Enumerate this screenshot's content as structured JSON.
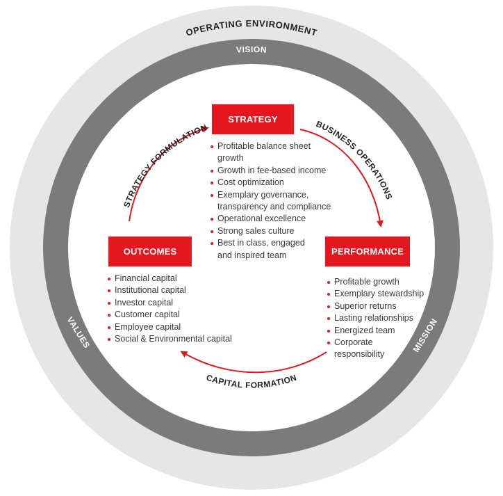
{
  "rings": {
    "outer_label": "OPERATING ENVIRONMENT",
    "vision_label": "VISION",
    "values_label": "VALUES",
    "mission_label": "MISSION"
  },
  "arrows": {
    "strategy_formulation": "STRATEGY FORMULATION",
    "business_operations": "BUSINESS OPERATIONS",
    "capital_formation": "CAPITAL FORMATION"
  },
  "strategy": {
    "title": "STRATEGY",
    "items": [
      [
        "Profitable balance sheet",
        "growth"
      ],
      [
        "Growth in fee-based income"
      ],
      [
        "Cost optimization"
      ],
      [
        "Exemplary governance,",
        "transparency and compliance"
      ],
      [
        "Operational excellence"
      ],
      [
        "Strong sales culture"
      ],
      [
        "Best in class, engaged",
        "and inspired team"
      ]
    ]
  },
  "performance": {
    "title": "PERFORMANCE",
    "items": [
      [
        "Profitable growth"
      ],
      [
        "Exemplary stewardship"
      ],
      [
        "Superior returns"
      ],
      [
        "Lasting relationships"
      ],
      [
        "Energized team"
      ],
      [
        "Corporate",
        "responsibility"
      ]
    ]
  },
  "outcomes": {
    "title": "OUTCOMES",
    "items": [
      [
        "Financial capital"
      ],
      [
        "Institutional capital"
      ],
      [
        "Investor capital"
      ],
      [
        "Customer capital"
      ],
      [
        "Employee capital"
      ],
      [
        "Social & Environmental capital"
      ]
    ]
  },
  "colors": {
    "accent_red": "#e4171e",
    "outer_ring": "#e6e6e6",
    "middle_ring": "#7b7b7c",
    "text_dark": "#222222",
    "white": "#ffffff"
  }
}
